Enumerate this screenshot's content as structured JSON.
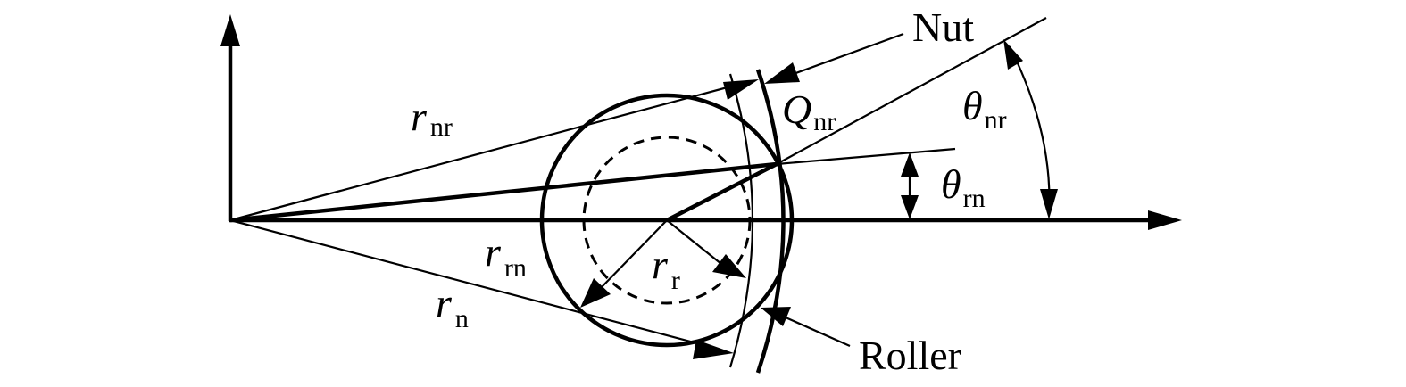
{
  "labels": {
    "nut": "Nut",
    "roller": "Roller",
    "q_nr_main": "Q",
    "q_nr_sub": "nr",
    "theta_nr_main": "θ",
    "theta_nr_sub": "nr",
    "theta_rn_main": "θ",
    "theta_rn_sub": "rn",
    "r_nr_main": "r",
    "r_nr_sub": "nr",
    "r_rn_main": "r",
    "r_rn_sub": "rn",
    "r_n_main": "r",
    "r_n_sub": "n",
    "r_r_main": "r",
    "r_r_sub": "r"
  },
  "colors": {
    "stroke": "#000000",
    "background": "#ffffff"
  }
}
